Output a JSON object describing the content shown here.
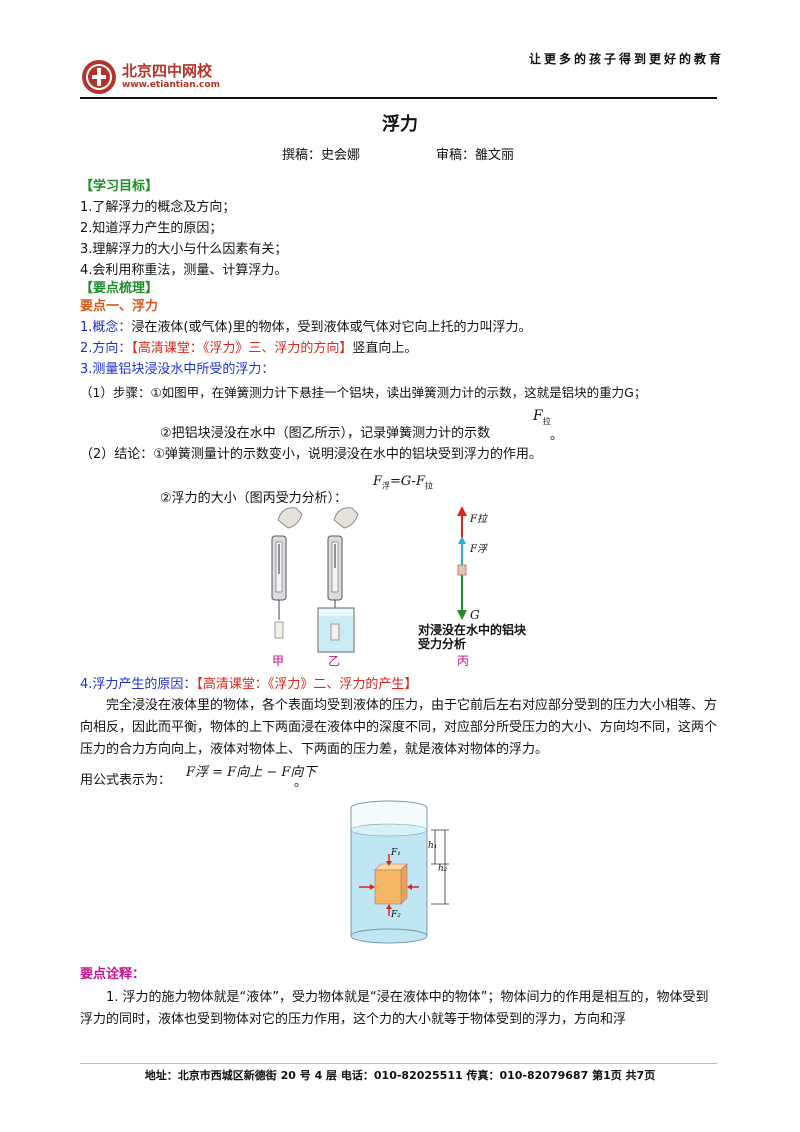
{
  "header": {
    "logo_text_cn": "北京四中网校",
    "logo_url": "www.etiantian.com",
    "slogan": "让更多的孩子得到更好的教育"
  },
  "title": "浮力",
  "authors": {
    "writer": "撰稿：史会娜",
    "reviewer": "审稿：雒文丽"
  },
  "goals": {
    "heading": "【学习目标】",
    "items": [
      "1.了解浮力的概念及方向；",
      "2.知道浮力产生的原因；",
      "3.理解浮力的大小与什么因素有关；",
      "4.会利用称重法，测量、计算浮力。"
    ]
  },
  "points_heading": "【要点梳理】",
  "point1": {
    "heading": "要点一、浮力",
    "concept_label": "1.概念：",
    "concept_text": "浸在液体(或气体)里的物体，受到液体或气体对它向上托的力叫浮力。",
    "direction_label": "2.方向：",
    "direction_link": "【高清课堂：《浮力》三、浮力的方向】",
    "direction_text": "竖直向上。",
    "measure_heading": "3.测量铝块浸没水中所受的浮力：",
    "step_label": "（1）步骤：",
    "step1": "①如图甲，在弹簧测力计下悬挂一个铝块，读出弹簧测力计的示数，这就是铝块的重力G；",
    "step2": "②把铝块浸没在水中（图乙所示），记录弹簧测力计的示数",
    "step2_end": "。",
    "conclusion_label": "（2）结论：",
    "conclusion1": "①弹簧测量计的示数变小，说明浸没在水中的铝块受到浮力的作用。",
    "conclusion2": "②浮力的大小（图丙受力分析）：",
    "formula_F": "F",
    "formula_la": "拉",
    "formula_fu": "浮",
    "formula_eq": "=G-",
    "formula_full_lhs": "F"
  },
  "figure1": {
    "label_jia": "甲",
    "label_yi": "乙",
    "label_bing": "丙",
    "force_la": "F拉",
    "force_fu": "F浮",
    "force_g": "G",
    "caption_line1": "对浸没在水中的铝块",
    "caption_line2": "受力分析"
  },
  "point4": {
    "label": "4.浮力产生的原因：",
    "link": "【高清课堂：《浮力》二、浮力的产生】",
    "paragraph": "完全浸没在液体里的物体，各个表面均受到液体的压力，由于它前后左右对应部分受到的压力大小相等、方向相反，因此而平衡，物体的上下两面浸在液体中的深度不同，对应部分所受压力的大小、方向均不同，这两个压力的合力方向向上，液体对物体上、下两面的压力差，就是液体对物体的浮力。",
    "formula_intro": "用公式表示为：",
    "formula_text": "F浮 = F向上 − F向下",
    "formula_end": "。"
  },
  "figure2": {
    "f1": "F₁",
    "f2": "F₂",
    "h1": "h₁",
    "h2": "h₂"
  },
  "notes": {
    "heading": "要点诠释：",
    "text": "1. 浮力的施力物体就是“液体”，受力物体就是“浸在液体中的物体”；物体间力的作用是相互的，物体受到浮力的同时，液体也受到物体对它的压力作用，这个力的大小就等于物体受到的浮力，方向和浮"
  },
  "footer": {
    "text": "地址：北京市西城区新德街 20 号 4 层  电话：010-82025511  传真：010-82079687   第1页  共7页"
  },
  "colors": {
    "blue": "#1f2fd6",
    "red": "#e0241c",
    "green": "#1f8f2a",
    "orange": "#d9581a",
    "magenta": "#c8118c",
    "logo_red": "#b5332a"
  }
}
